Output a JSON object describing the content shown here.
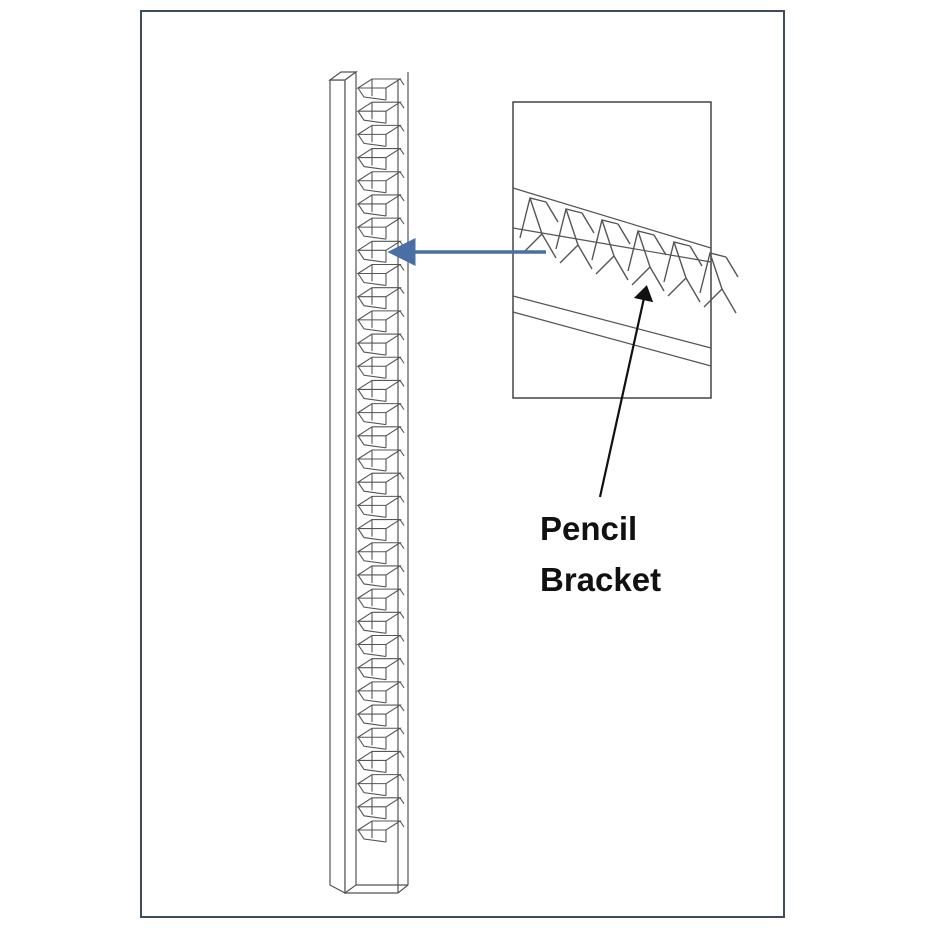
{
  "callout": {
    "label_line_1": "Pencil",
    "label_line_2": "Bracket"
  },
  "colors": {
    "frame_border": "#3f4a63",
    "pointer_arrow": "#4a6fa5",
    "line_art": "#555555",
    "callout_arrow": "#111111"
  },
  "diagram": {
    "bracket_count_on_rail": 33,
    "bracket_count_in_inset": 6
  }
}
